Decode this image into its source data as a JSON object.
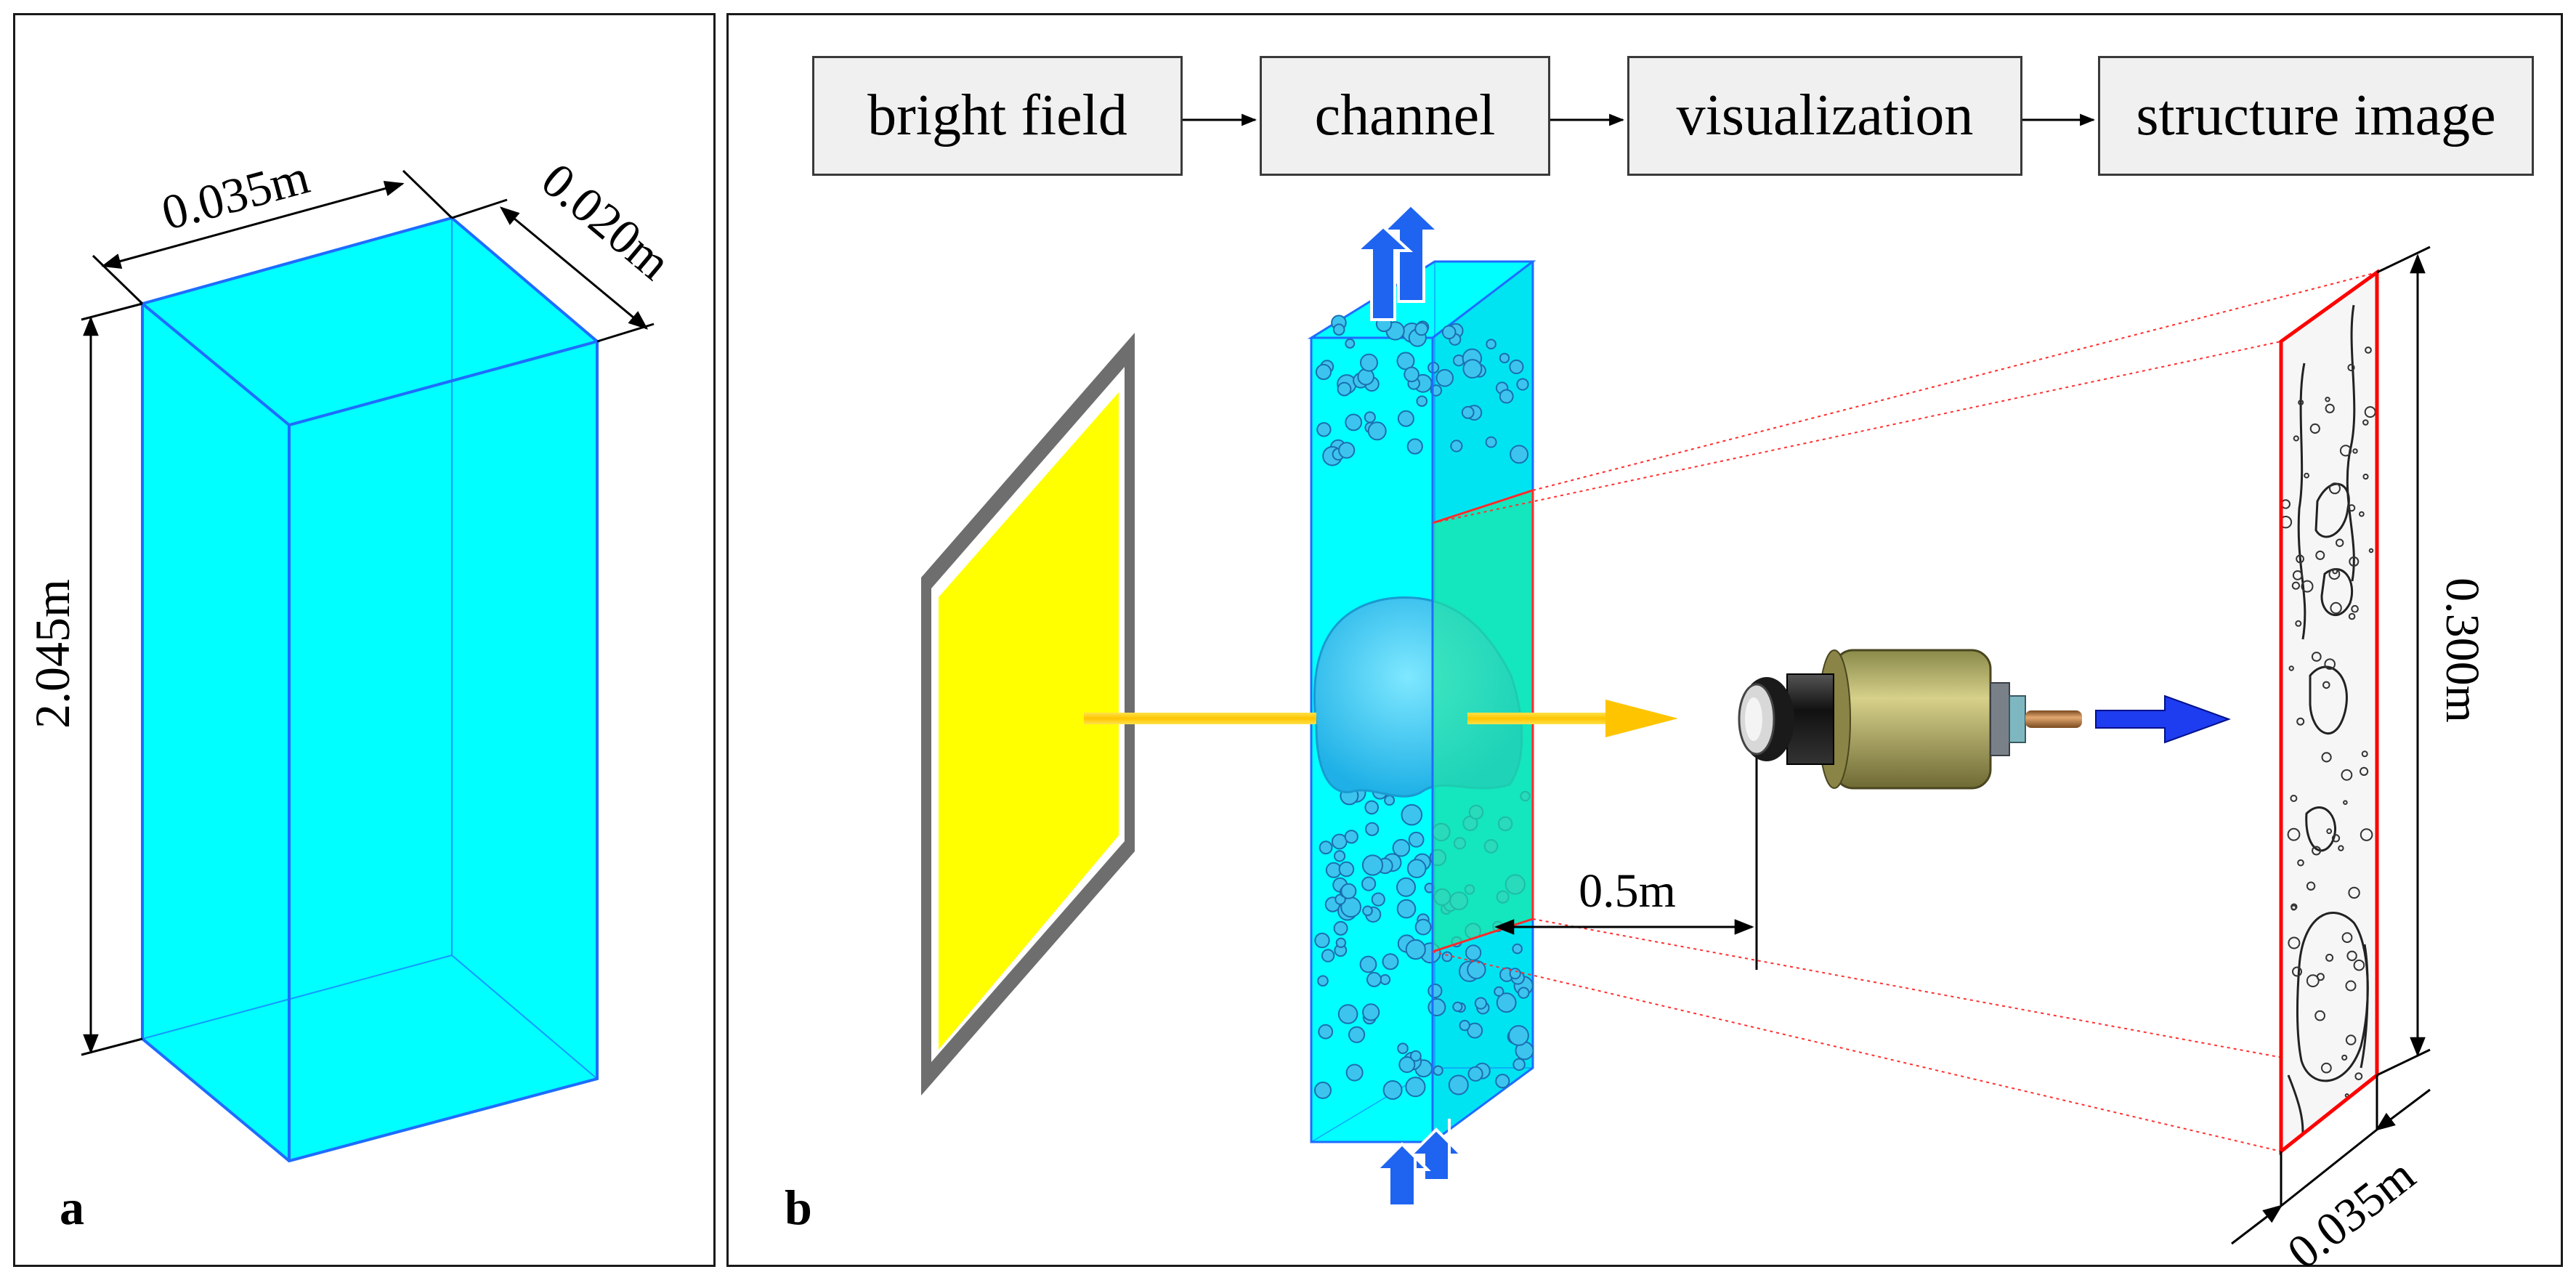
{
  "panel_a": {
    "letter": "a",
    "dimensions": {
      "width": "0.035m",
      "depth": "0.020m",
      "height": "2.045m"
    },
    "colors": {
      "fill": "#00ffff",
      "edge": "#1e6cff"
    }
  },
  "panel_b": {
    "letter": "b",
    "flow_steps": [
      "bright field",
      "channel",
      "visualization",
      "structure image"
    ],
    "dimensions": {
      "distance": "0.5m",
      "image_height": "0.300m",
      "image_width": "0.035m"
    },
    "colors": {
      "light_panel": "#ffff00",
      "channel": "#00ffff",
      "viewing_window": "#1ee6a0",
      "arrow_flow": "#1e64f0",
      "light_beam": "#ffd800",
      "camera_body": "#b8b060",
      "frame_outline": "#ff0000"
    }
  }
}
